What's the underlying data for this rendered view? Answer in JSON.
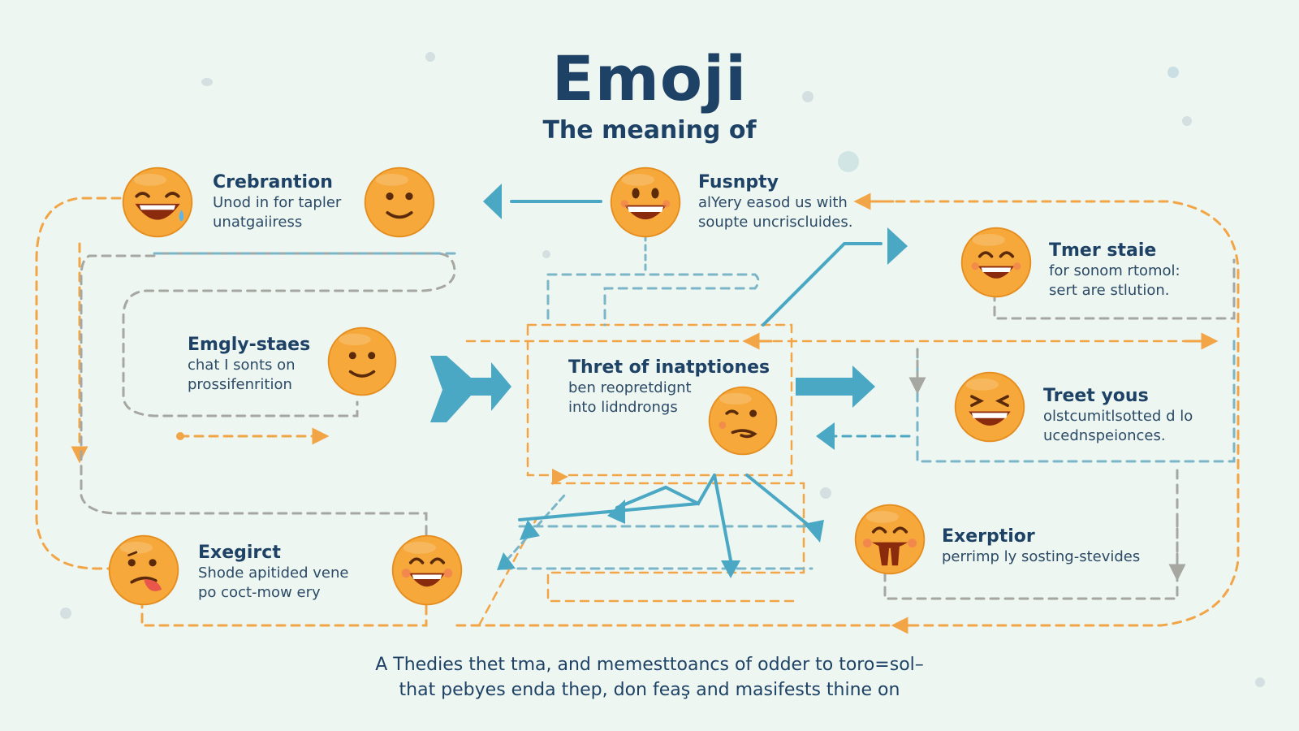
{
  "header": {
    "title": "Emoji",
    "subtitle": "The meaning of"
  },
  "nodes": {
    "celebration": {
      "heading": "Crebrantion",
      "line1": "Unod in for tapler",
      "line2": "unatgaiiress"
    },
    "funny": {
      "heading": "Fusnpty",
      "line1": "alYery easod us with",
      "line2": "soupte uncriscluides."
    },
    "timer": {
      "heading": "Tmer staie",
      "line1": "for sonom rtomol:",
      "line2": "sert are stlution."
    },
    "empty": {
      "heading": "Emgly-staes",
      "line1": "chat I sonts on",
      "line2": "prossifenrition"
    },
    "center": {
      "heading": "Thret of inatptiones",
      "line1": "ben reopretdignt",
      "line2": "into lidndrongs"
    },
    "treat": {
      "heading": "Treet yous",
      "line1": "olstcumitlsotted d lo",
      "line2": "ucednspeionces."
    },
    "exegent": {
      "heading": "Exegirct",
      "line1": "Shode apitided vene",
      "line2": "po coct-mow ery"
    },
    "exception": {
      "heading": "Exerptior",
      "line1": "perrimp ly sosting-stevides"
    }
  },
  "emojis": [
    {
      "name": "laughing-tear-emoji-icon",
      "face": "laugh-tear"
    },
    {
      "name": "calm-smile-emoji-icon",
      "face": "calm"
    },
    {
      "name": "grinning-emoji-icon",
      "face": "grin"
    },
    {
      "name": "happy-grin-emoji-icon",
      "face": "grin2"
    },
    {
      "name": "soft-smile-emoji-icon",
      "face": "calm"
    },
    {
      "name": "smirk-emoji-icon",
      "face": "smirk"
    },
    {
      "name": "squint-grin-emoji-icon",
      "face": "squint"
    },
    {
      "name": "tongue-out-emoji-icon",
      "face": "tongue"
    },
    {
      "name": "blush-grin-emoji-icon",
      "face": "blush"
    },
    {
      "name": "drooling-emoji-icon",
      "face": "drool"
    }
  ],
  "footer": {
    "line1": "A Thedies thet tma, and memesttoancs of odder to toro=sol–",
    "line2": "that pebyes enda thep, don feaş and masifests thine on"
  },
  "colors": {
    "background": "#eef6f1",
    "title": "#1e4266",
    "emoji_fill": "#f6a83a",
    "emoji_stroke": "#e58d1f",
    "connector_orange": "#f2a546",
    "connector_blue": "#4aa8c4",
    "connector_gray": "#a7a7a2",
    "mouth": "#8b2b0e",
    "tongue": "#e9574a"
  }
}
